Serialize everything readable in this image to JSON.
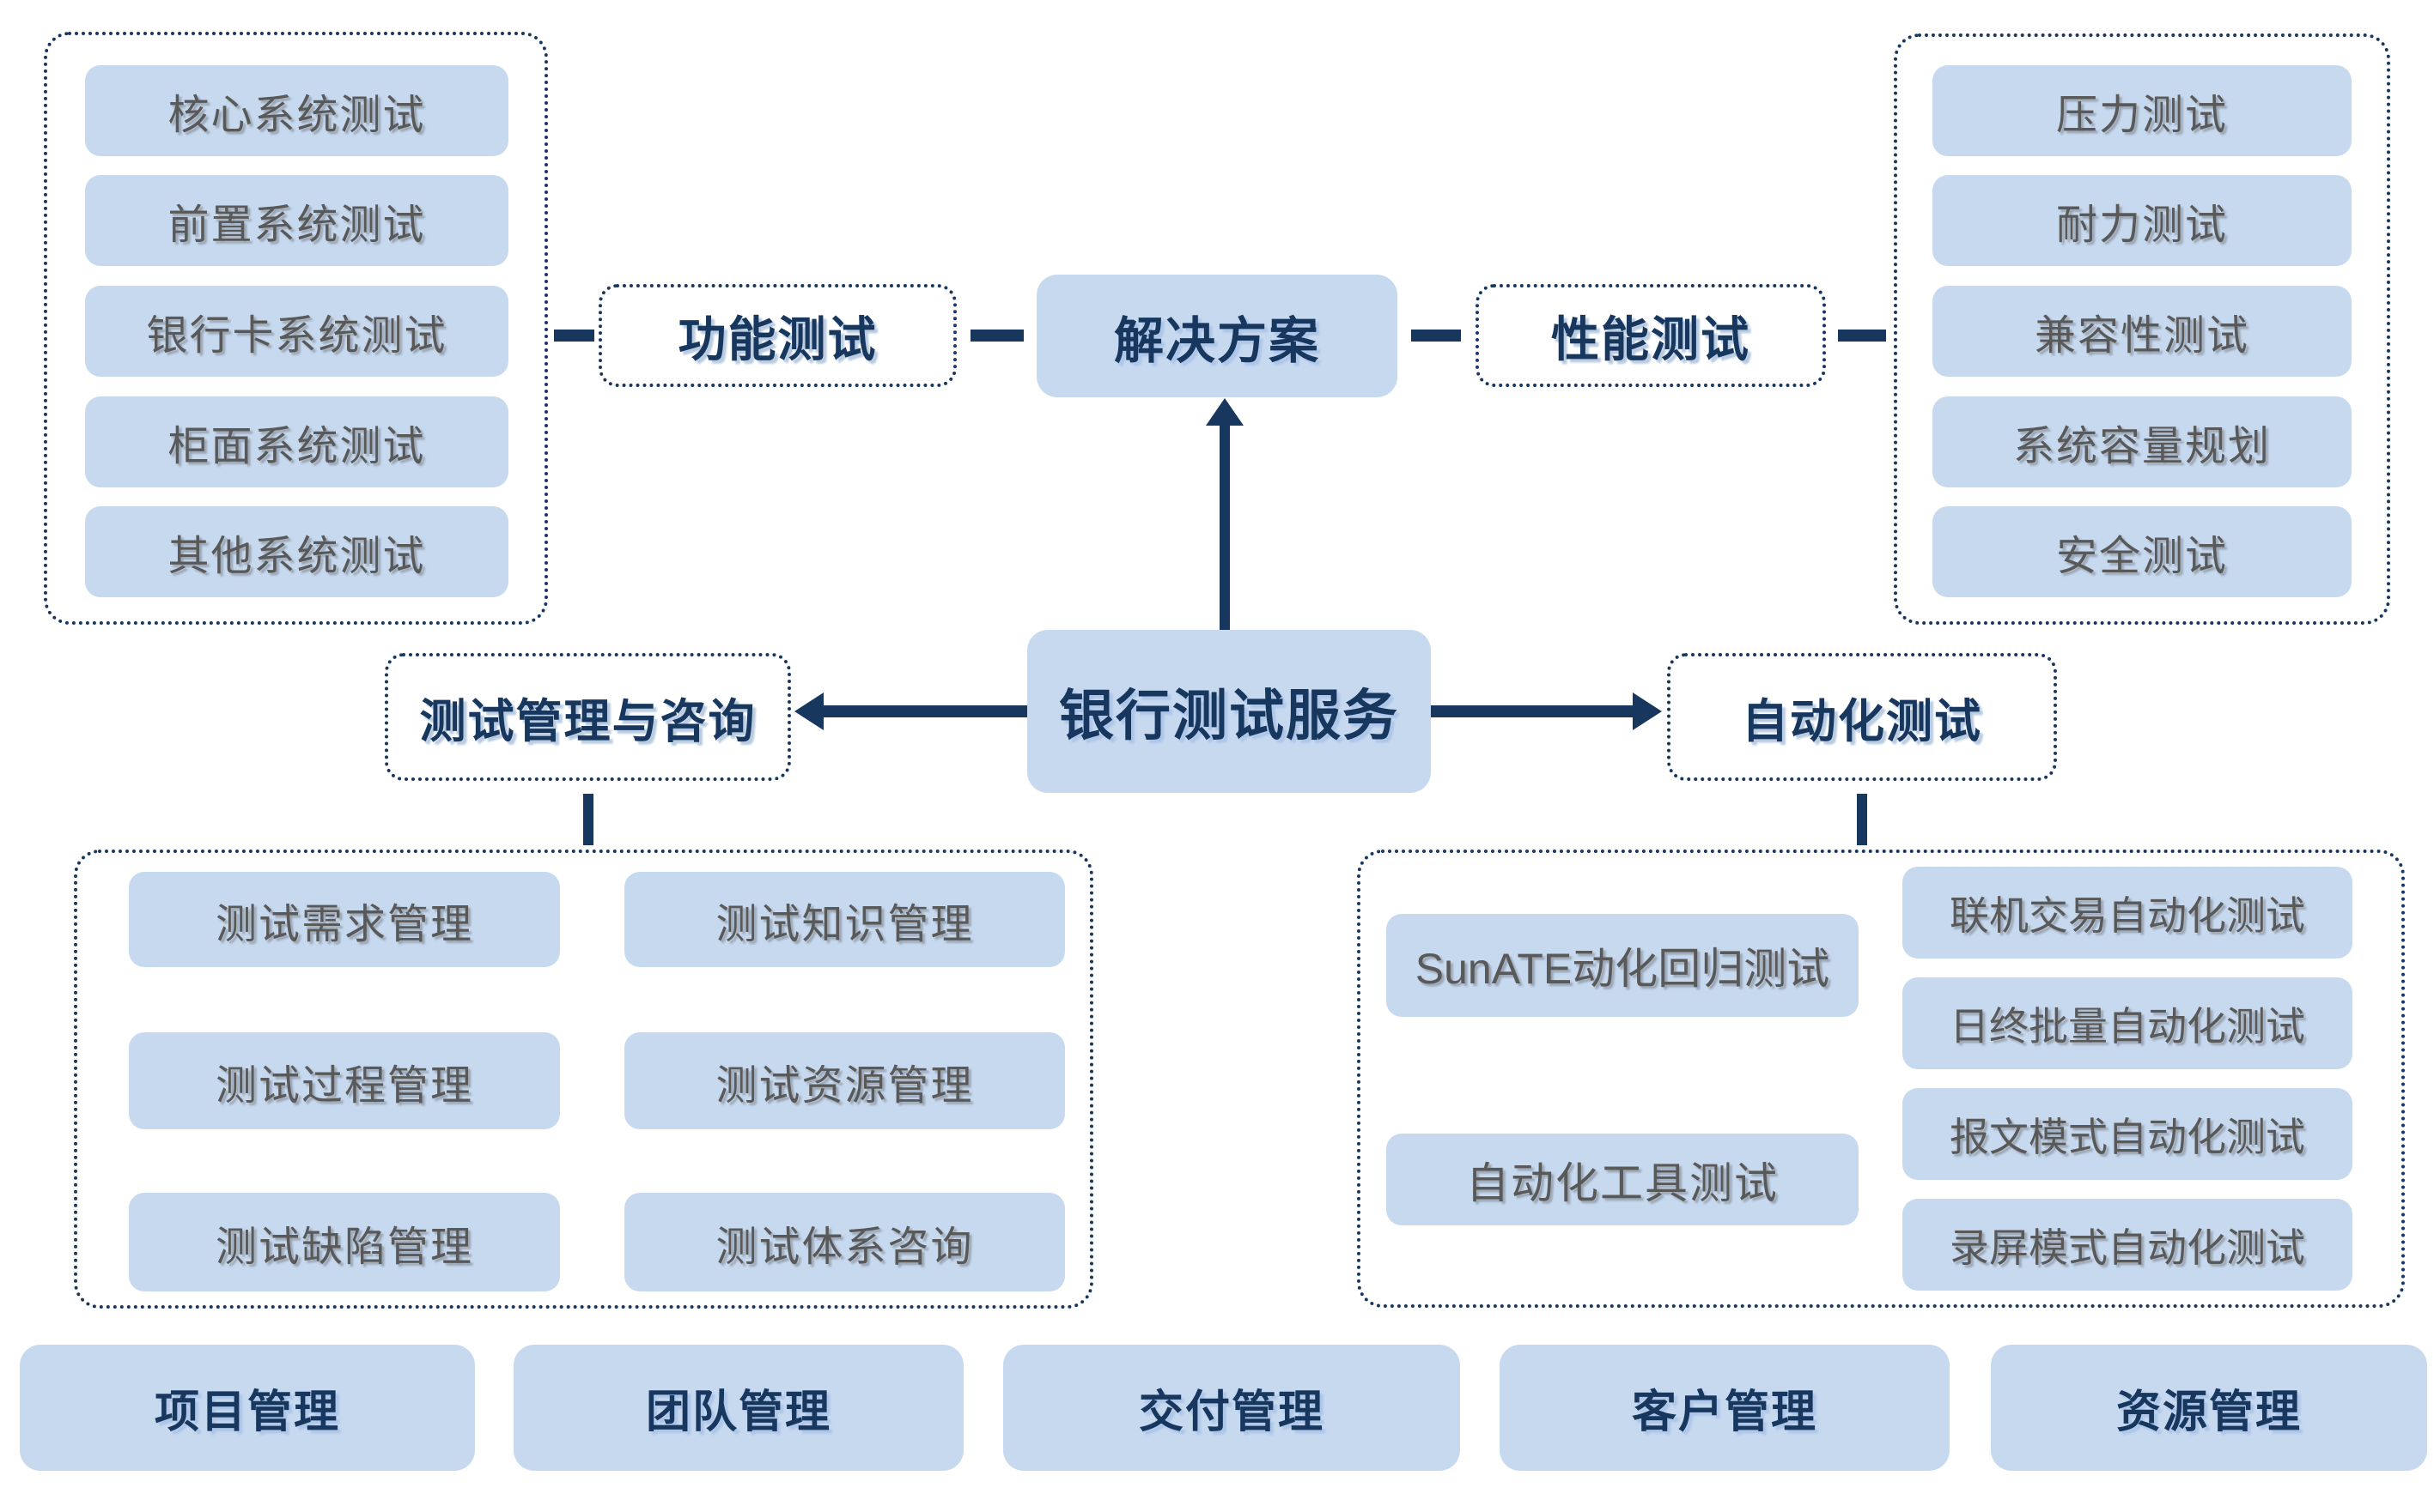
{
  "colors": {
    "node_fill": "#c7d9ef",
    "navy": "#17375e",
    "text_gray": "#595959",
    "background": "#ffffff"
  },
  "root": {
    "label": "银行测试服务"
  },
  "solution": {
    "label": "解决方案"
  },
  "branches": {
    "functional": {
      "label": "功能测试",
      "items": [
        "核心系统测试",
        "前置系统测试",
        "银行卡系统测试",
        "柜面系统测试",
        "其他系统测试"
      ]
    },
    "performance": {
      "label": "性能测试",
      "items": [
        "压力测试",
        "耐力测试",
        "兼容性测试",
        "系统容量规划",
        "安全测试"
      ]
    },
    "management": {
      "label": "测试管理与咨询",
      "left_items": [
        "测试需求管理",
        "测试过程管理",
        "测试缺陷管理"
      ],
      "right_items": [
        "测试知识管理",
        "测试资源管理",
        "测试体系咨询"
      ]
    },
    "automation": {
      "label": "自动化测试",
      "left_items": [
        "SunATE动化回归测试",
        "自动化工具测试"
      ],
      "right_items": [
        "联机交易自动化测试",
        "日终批量自动化测试",
        "报文模式自动化测试",
        "录屏模式自动化测试"
      ]
    }
  },
  "footer": {
    "items": [
      "项目管理",
      "团队管理",
      "交付管理",
      "客户管理",
      "资源管理"
    ]
  }
}
